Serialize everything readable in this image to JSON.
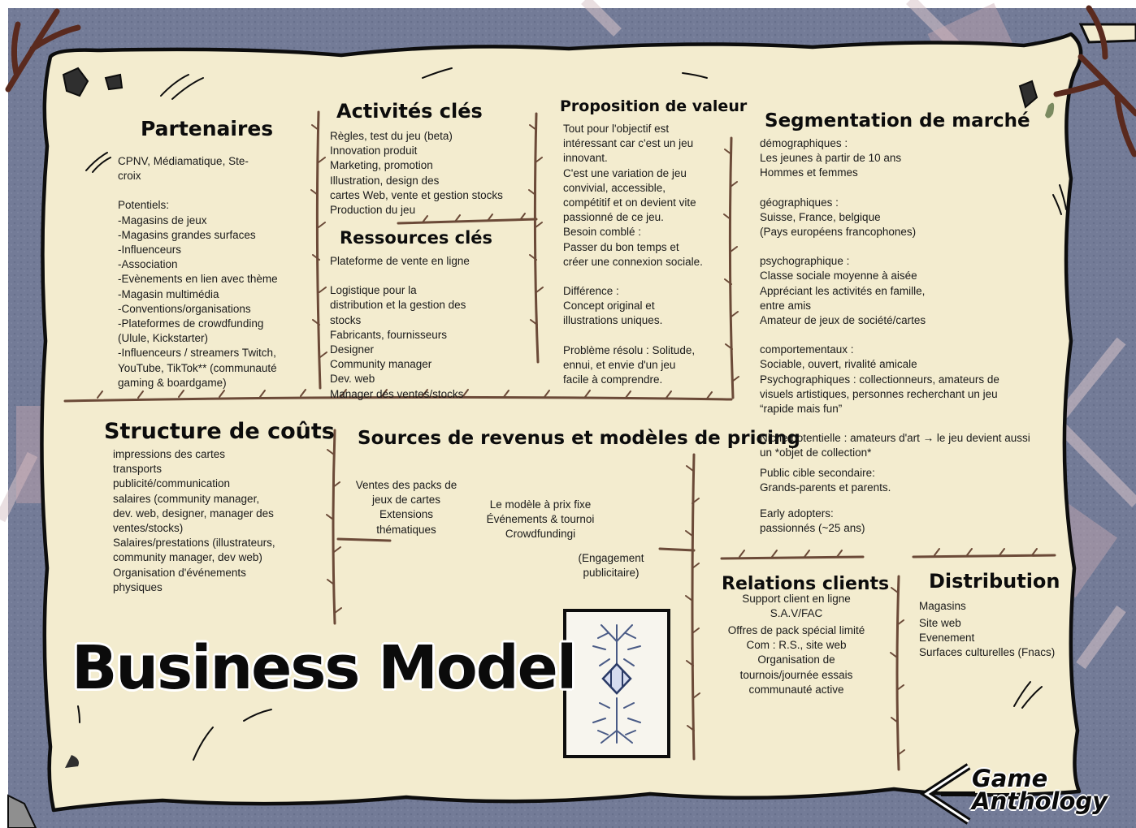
{
  "poster_title": "Business Model",
  "logo": {
    "line1": "Game",
    "line2": "Anthology"
  },
  "partenaires": {
    "title": "Partenaires",
    "lines": [
      "CPNV, Médiamatique, Ste-",
      "croix",
      "",
      "Potentiels:",
      "-Magasins de jeux",
      "-Magasins grandes surfaces",
      "-Influenceurs",
      "-Association",
      "-Evènements en lien avec thème",
      "-Magasin multimédia",
      "-Conventions/organisations",
      "-Plateformes de crowdfunding",
      "(Ulule, Kickstarter)",
      "-Influenceurs / streamers Twitch,",
      "YouTube, TikTok** (communauté",
      "gaming & boardgame)"
    ]
  },
  "activites": {
    "title": "Activités clés",
    "lines": [
      "Règles, test du jeu (beta)",
      "Innovation produit",
      "Marketing, promotion",
      "Illustration, design des",
      "cartes Web, vente et gestion stocks",
      "Production du jeu"
    ]
  },
  "ressources": {
    "title": "Ressources clés",
    "lines": [
      "Plateforme de vente en ligne",
      "",
      "Logistique pour la",
      "distribution et la gestion des",
      "stocks",
      "Fabricants, fournisseurs",
      "Designer",
      "Community manager",
      "Dev. web",
      "Manager des ventes/stocks"
    ]
  },
  "proposition": {
    "title": "Proposition de valeur",
    "lines": [
      "Tout pour l'objectif est",
      "intéressant car c'est un jeu",
      "innovant.",
      "C'est une variation de jeu",
      "convivial, accessible,",
      "compétitif et on devient vite",
      "passionné de ce jeu.",
      "Besoin comblé :",
      "Passer du bon temps et",
      "créer une connexion sociale.",
      "",
      "Différence :",
      "Concept original et",
      "illustrations uniques.",
      "",
      "Problème résolu : Solitude,",
      "ennui, et envie d'un jeu",
      "facile à comprendre."
    ]
  },
  "segmentation": {
    "title": "Segmentation de marché",
    "lines": [
      "démographiques :",
      "Les jeunes à partir de 10 ans",
      "Hommes et femmes",
      "",
      "géographiques :",
      "Suisse, France, belgique",
      "(Pays européens francophones)",
      "",
      "psychographique :",
      "Classe sociale moyenne à aisée",
      "Appréciant les activités en famille,",
      "entre amis",
      "Amateur de jeux de société/cartes",
      "",
      "comportementaux :",
      "Sociable, ouvert, rivalité amicale",
      "Psychographiques : collectionneurs, amateurs de",
      "visuels artistiques, personnes recherchant un jeu",
      "“rapide mais fun”",
      "",
      "Niche potentielle : amateurs d'art → le jeu devient aussi",
      "un *objet de collection*"
    ],
    "lines2": [
      "Public cible secondaire:",
      "Grands-parents et parents."
    ],
    "lines3": [
      "Early adopters:",
      "passionnés  (~25 ans)"
    ]
  },
  "couts": {
    "title": "Structure de coûts",
    "lines": [
      "impressions des cartes",
      "transports",
      "publicité/communication",
      "salaires (community manager,",
      "dev. web, designer, manager des",
      "ventes/stocks)",
      "Salaires/prestations (illustrateurs,",
      "community manager, dev web)",
      "Organisation d'événements",
      "physiques"
    ]
  },
  "revenus": {
    "title_line1": "Sources de revenus et modèles",
    "title_line2": "de pricing",
    "col1": [
      "Ventes des packs de",
      "jeux de cartes",
      "Extensions",
      "thématiques"
    ],
    "col2": [
      "Le modèle à prix fixe",
      "Événements & tournoi",
      "Crowdfundingi"
    ],
    "col3": [
      "(Engagement",
      "publicitaire)"
    ]
  },
  "relations": {
    "title": "Relations clients",
    "lines": [
      "Support client en ligne",
      "S.A.V/FAC"
    ],
    "lines2": [
      "Offres de pack spécial limité",
      "Com : R.S., site web",
      "Organisation de",
      "tournois/journée essais",
      "communauté active"
    ]
  },
  "distribution": {
    "title": "Distribution",
    "lines": [
      "Magasins"
    ],
    "lines2": [
      "Site web",
      "Evenement",
      "Surfaces culturelles (Fnacs)"
    ]
  },
  "colors": {
    "parchment": "#f3eccf",
    "outline": "#0d0d0d",
    "branch": "#6b4a38",
    "background": "#707896",
    "tree": "#5a2a1e"
  }
}
